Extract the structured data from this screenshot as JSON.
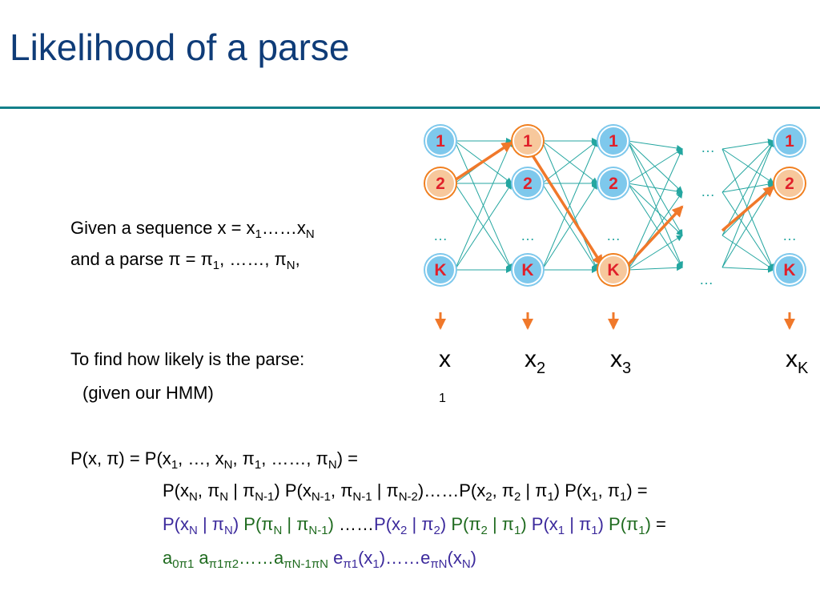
{
  "title": "Likelihood of a parse",
  "trellis": {
    "state_labels": [
      "1",
      "2",
      "K"
    ],
    "column_dots": "…",
    "ellipsis": "…",
    "observations": [
      {
        "base": "x",
        "sub": "1"
      },
      {
        "base": "x",
        "sub": "2"
      },
      {
        "base": "x",
        "sub": "3"
      },
      {
        "base": "x",
        "sub": "K"
      }
    ],
    "highlighted_path": [
      "2",
      "1",
      "K",
      "K",
      "2"
    ],
    "colors": {
      "state_fill": "#7ec8ec",
      "state_highlight_fill": "#f7c89c",
      "state_border": "#ffffff",
      "state_ring_highlight": "#f07f1f",
      "state_text": "#e0202a",
      "edge": "#24a6a0",
      "path": "#f0782a",
      "emission_arrow": "#f0782a"
    }
  },
  "given": {
    "line1_prefix": "Given a sequence x = x",
    "line1_sub1": "1",
    "line1_dots": "……x",
    "line1_subN": "N",
    "line2_prefix": "and a parse ",
    "line2_pi": "π",
    "line2_eq": " = ",
    "line2_pi1": "π",
    "line2_sub1": "1",
    "line2_mid": ", ……, ",
    "line2_piN": "π",
    "line2_subN": "N",
    "line2_end": ","
  },
  "tofind": {
    "line1": "To find how likely is the parse:",
    "line2": "(given our HMM)"
  },
  "equations": {
    "eq1": "P(x, π) = P(x<sub>1</sub>, …, x<sub>N</sub>, π<sub>1</sub>, ……, π<sub>N</sub>) =",
    "eq2": "P(x<sub>N</sub>, π<sub>N</sub> | π<sub>N-1</sub>) P(x<sub>N-1</sub>, π<sub>N-1</sub> | π<sub>N-2</sub>)……P(x<sub>2</sub>, π<sub>2</sub> | π<sub>1</sub>) P(x<sub>1</sub>, π<sub>1</sub>) =",
    "eq3": "<span class=\"purple\">P(x<sub>N</sub> | π<sub>N</sub>)</span> <span class=\"green\">P(π<sub>N</sub> | π<sub>N-1</sub>)</span> ……<span class=\"purple\">P(x<sub>2</sub> | π<sub>2</sub>)</span> <span class=\"green\">P(π<sub>2</sub> | π<sub>1</sub>)</span> <span class=\"purple\">P(x<sub>1</sub> | π<sub>1</sub>)</span> <span class=\"green\">P(π<sub>1</sub>)</span> =",
    "eq4": "<span class=\"green\">a<sub>0π1</sub> a<sub>π1π2</sub>……a<sub>πN-1πN</sub></span> <span class=\"purple\">e<sub>π1</sub>(x<sub>1</sub>)……e<sub>πN</sub>(x<sub>N</sub>)</span>"
  }
}
